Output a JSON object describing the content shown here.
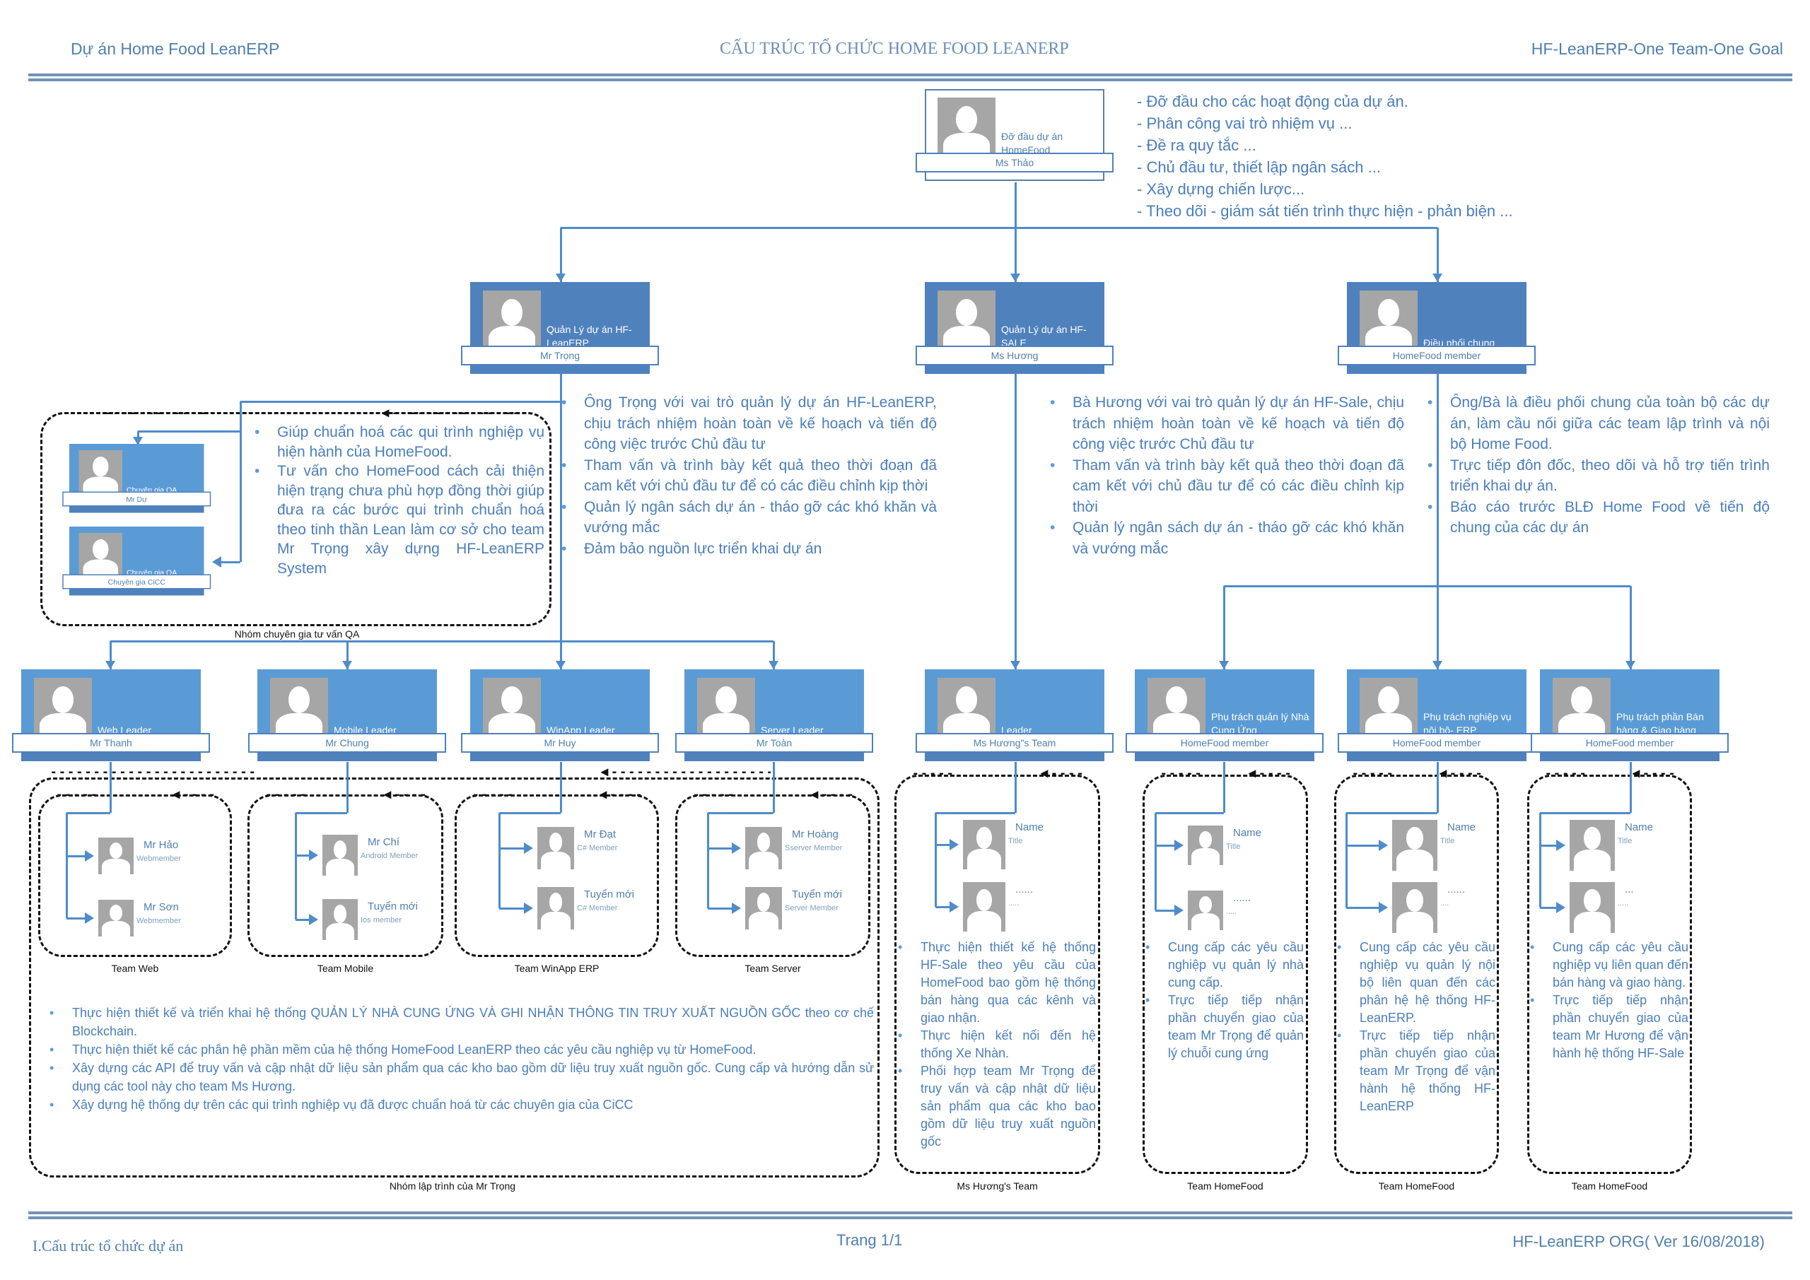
{
  "header": {
    "left": "Dự án Home Food LeanERP",
    "center": "CẤU TRÚC TỔ CHỨC HOME FOOD LEANERP",
    "right": "HF-LeanERP-One Team-One Goal"
  },
  "top": {
    "role": "Đỡ đầu dự án HomeFood",
    "name": "Ms Thảo",
    "duties": [
      "- Đỡ đầu cho các hoạt động của dự án.",
      "- Phân công vai trò nhiệm vụ ...",
      "- Đề ra quy tắc ...",
      "- Chủ đầu tư, thiết lập ngân sách ...",
      "- Xây dựng chiến lược...",
      "- Theo dõi - giám sát tiến trình thực hiện - phản biện ..."
    ]
  },
  "managers": [
    {
      "role": "Quản Lý dự án HF-LeanERP",
      "name": "Mr Trọng",
      "bullets": [
        "Ông Trọng với vai trò quản lý dự án HF-LeanERP, chịu trách nhiệm hoàn toàn về kế hoạch và tiến độ công việc trước Chủ đầu tư",
        "Tham vấn và trình bày kết quả theo thời đoạn đã cam kết với chủ đầu tư để có các điều chỉnh kịp thời",
        "Quản lý ngân sách dự án - tháo gỡ các khó khăn và vướng mắc",
        "Đảm bảo nguồn lực triển khai dự án"
      ]
    },
    {
      "role": "Quản Lý dự án HF-SALE",
      "name": "Ms Hương",
      "bullets": [
        "Bà Hương với vai trò quản lý dự án HF-Sale, chịu trách nhiệm hoàn toàn về kế hoạch và tiến độ công việc trước Chủ đầu tư",
        "Tham vấn và trình bày kết quả theo thời đoạn đã cam kết với chủ đầu tư để có các điều chỉnh kịp thời",
        "Quản lý ngân sách dự án - tháo gỡ các khó khăn và vướng mắc"
      ]
    },
    {
      "role": "Điều phối chung",
      "name": "HomeFood member",
      "bullets": [
        "Ông/Bà là điều phối chung của toàn bộ các dự án, làm cầu nối giữa các team lập trình và nội bộ Home Food.",
        "Trực tiếp đôn đốc, theo dõi và hỗ trợ tiến trình triển khai dự án.",
        "Báo cáo trước BLĐ Home Food về tiến độ chung của các dự án"
      ]
    }
  ],
  "qa": {
    "label": "Nhóm chuyên gia tư vấn QA",
    "experts": [
      {
        "role": "Chuyên gia QA",
        "name": "Mr Dự"
      },
      {
        "role": "Chuyên gia QA",
        "name": "Chuyên gia CiCC"
      }
    ],
    "bullets": [
      "Giúp chuẩn hoá các qui trình nghiệp vụ hiện hành của HomeFood.",
      "Tư vấn cho HomeFood cách cải thiện hiện trạng chưa phù hợp đồng thời giúp đưa ra các bước qui trình chuẩn hoá theo tinh thần Lean làm cơ sở cho team Mr Trọng xây dựng HF-LeanERP System"
    ]
  },
  "teams": [
    {
      "role": "Web Leader",
      "name": "Mr Thanh",
      "label": "Team Web",
      "members": [
        {
          "name": "Mr Hảo",
          "title": "Webmember"
        },
        {
          "name": "Mr Sơn",
          "title": "Webmember"
        }
      ]
    },
    {
      "role": "Mobile Leader",
      "name": "Mr Chung",
      "label": "Team Mobile",
      "members": [
        {
          "name": "Mr Chí",
          "title": "Android Member"
        },
        {
          "name": "Tuyển mới",
          "title": "Ios member"
        }
      ]
    },
    {
      "role": "WinApp Leader",
      "name": "Mr Huy",
      "label": "Team WinApp ERP",
      "members": [
        {
          "name": "Mr Đạt",
          "title": "C# Member"
        },
        {
          "name": "Tuyển mới",
          "title": "C# Member"
        }
      ]
    },
    {
      "role": "Server Leader",
      "name": "Mr Toàn",
      "label": "Team Server",
      "members": [
        {
          "name": "Mr Hoàng",
          "title": "Sserver Member"
        },
        {
          "name": "Tuyển mới",
          "title": "Server  Member"
        }
      ]
    },
    {
      "role": "Leader",
      "name": "Ms Hương\"s Team",
      "label": "Ms Hương's Team",
      "members": [
        {
          "name": "Name",
          "title": "Title"
        },
        {
          "name": "......",
          "title": "....."
        }
      ],
      "bullets": [
        "Thực hiện thiết kế hệ thống HF-Sale theo yêu cầu của HomeFood bao gồm hệ thống bán hàng qua các kênh và giao nhận.",
        "Thực hiện kết nối đến hệ thống Xe Nhàn.",
        "Phối hợp team Mr Trọng để truy vấn và cập nhật dữ liệu sản phẩm qua các kho bao gồm dữ liệu truy xuất nguồn gốc"
      ]
    },
    {
      "role": "Phụ trách quản lý Nhà Cung Ứng",
      "name": "HomeFood member",
      "label": "Team HomeFood",
      "members": [
        {
          "name": "Name",
          "title": "Title"
        },
        {
          "name": "......",
          "title": "....."
        }
      ],
      "bullets": [
        "Cung cấp các yêu cầu nghiệp vụ quản lý nhà cung cấp.",
        "Trực tiếp tiếp nhận phần chuyển giao của team Mr Trọng để quản lý chuỗi cung ứng"
      ]
    },
    {
      "role": "Phụ trách nghiệp vụ nội bộ- ERP",
      "name": "HomeFood member",
      "label": "Team HomeFood",
      "members": [
        {
          "name": "Name",
          "title": "Title"
        },
        {
          "name": "......",
          "title": "...."
        }
      ],
      "bullets": [
        "Cung cấp các yêu cầu nghiệp vụ quản lý nội bộ liên quan đến các phân hệ hệ thống HF-LeanERP.",
        "Trực tiếp tiếp nhận phần chuyển giao của team Mr Trọng để vận hành hệ thống HF-LeanERP"
      ]
    },
    {
      "role": "Phụ trách phần Bán hàng & Giao hàng",
      "name": "HomeFood member",
      "label": "Team HomeFood",
      "members": [
        {
          "name": "Name",
          "title": "Title"
        },
        {
          "name": "...",
          "title": "....."
        }
      ],
      "bullets": [
        "Cung cấp các yêu cầu nghiệp vụ liên quan đến bán hàng và giao hàng.",
        "Trực tiếp tiếp nhận phần chuyển giao của team Mr Hương để vận hành hệ thống HF-Sale"
      ]
    }
  ],
  "dev_group": {
    "label": "Nhóm lập trình của Mr Trọng",
    "bullets": [
      "Thực hiện thiết kế và triển khai hệ thống  QUẢN LÝ NHÀ CUNG ỨNG VÀ GHI NHẬN THÔNG TIN TRUY XUẤT NGUỒN GỐC theo cơ chế Blockchain.",
      "Thực hiện thiết kế các phân hệ phần mềm của hệ thống HomeFood LeanERP theo các yêu cầu nghiệp vụ từ HomeFood.",
      "Xây dựng các API để truy vấn và cập nhật dữ liệu sản phẩm qua các kho bao gồm dữ liệu truy xuất nguồn gốc. Cung cấp và hướng dẫn sử dụng các tool này cho team Ms Hương.",
      "Xây dựng hệ thống dự trên các qui trình nghiệp vụ đã được chuẩn hoá từ các chuyên gia của CiCC"
    ]
  },
  "footer": {
    "left": "I.Cấu trúc tổ chức dự án",
    "center": "Trang 1/1",
    "right": "HF-LeanERP ORG( Ver 16/08/2018)"
  }
}
